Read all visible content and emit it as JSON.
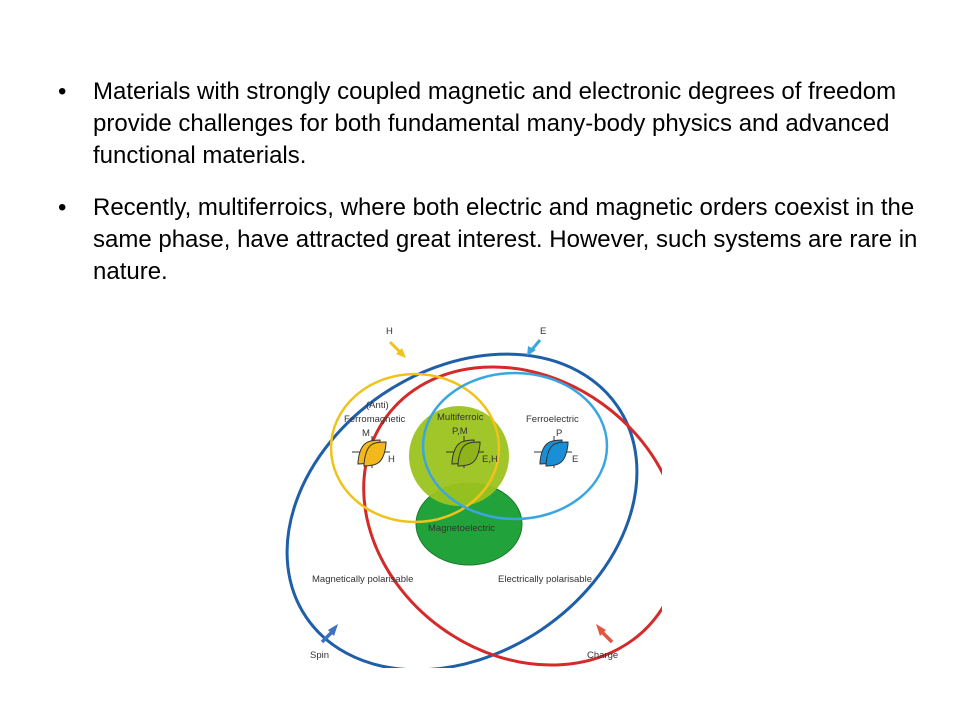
{
  "bullets": [
    "Materials with strongly coupled magnetic and electronic degrees of freedom provide challenges for both fundamental many-body physics and advanced functional materials.",
    "Recently, multiferroics, where both electric and magnetic orders coexist in the same phase, have attracted great interest. However, such systems are rare in nature."
  ],
  "bullet_glyph": "•",
  "diagram": {
    "arrow_h": "H",
    "arrow_e": "E",
    "anti": "(Anti)",
    "ferromagnetic": "Ferromagnetic",
    "multiferroic": "Multiferroic",
    "ferroelectric": "Ferroelectric",
    "magnetoelectric": "Magnetoelectric",
    "magnetically_polarisable": "Magnetically polarisable",
    "electrically_polarisable": "Electrically polarisable",
    "spin": "Spin",
    "charge": "Charge",
    "loop_fm_y": "M",
    "loop_fm_x": "H",
    "loop_mf_y": "P,M",
    "loop_mf_x": "E,H",
    "loop_fe_y": "P",
    "loop_fe_x": "E",
    "colors": {
      "magnetic_blue": "#1f5fa8",
      "electric_red": "#d42a2a",
      "ferromagnetic_yellow": "#f1c21b",
      "ferroelectric_cyan": "#3aa6df",
      "multiferroic_green": "#9cc31f",
      "magnetoelectric_green": "#22a23b",
      "loop_yellow": "#f3b81c",
      "loop_blue": "#1a8fd6",
      "loop_green": "#8fb31a"
    }
  }
}
